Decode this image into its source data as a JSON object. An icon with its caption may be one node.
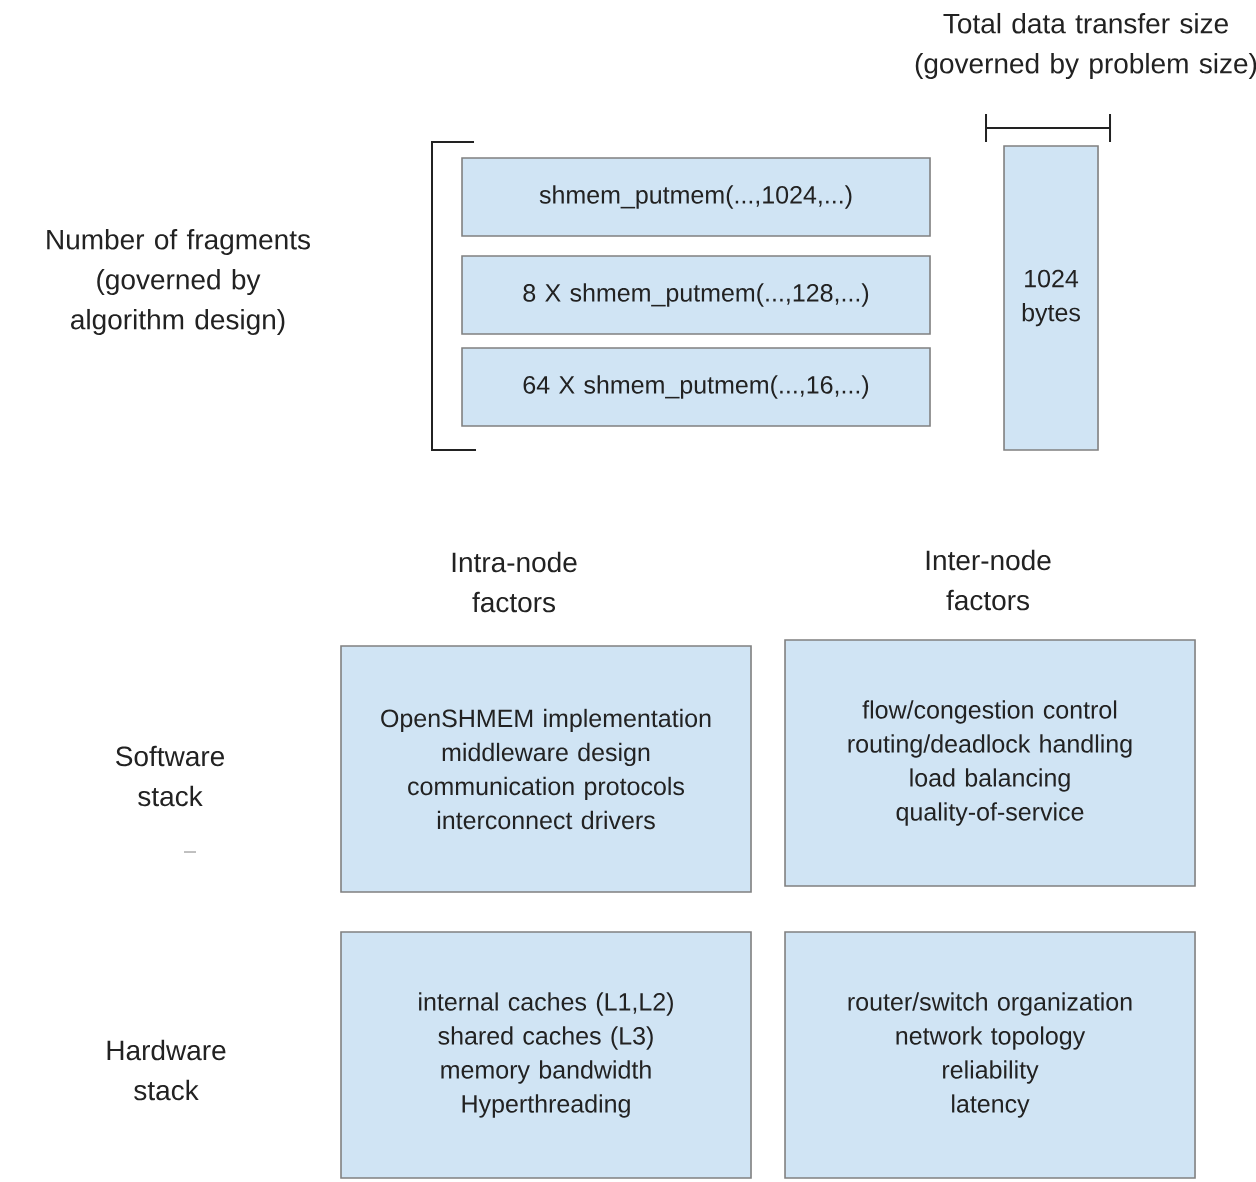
{
  "diagram": {
    "nodes": [
      {
        "text": [
          "shmem_putmem(...,1024,...)"
        ]
      },
      {
        "text": [
          "8 X shmem_putmem(...,128,...)"
        ]
      },
      {
        "text": [
          "64 X shmem_putmem(...,16,...)"
        ]
      },
      {
        "text": [
          "1024 bytes"
        ]
      },
      {
        "text": [
          "OpenSHMEM implementation",
          "middleware design",
          "communication protocols",
          "interconnect drivers"
        ]
      },
      {
        "text": [
          "flow/congestion control",
          "routing/deadlock handling",
          "load balancing",
          "quality-of-service"
        ]
      },
      {
        "text": [
          "internal caches (L1,L2)",
          "shared caches (L3)",
          "memory bandwidth",
          "Hyperthreading"
        ]
      },
      {
        "text": [
          "router/switch organization",
          "network topology",
          "reliability",
          "latency"
        ]
      }
    ],
    "labels": [
      "Total data transfer size (governed by problem size)",
      "Number of fragments (governed by algorithm design)",
      "Intra-node factors",
      "Inter-node factors",
      "Software stack",
      "Hardware stack"
    ]
  }
}
